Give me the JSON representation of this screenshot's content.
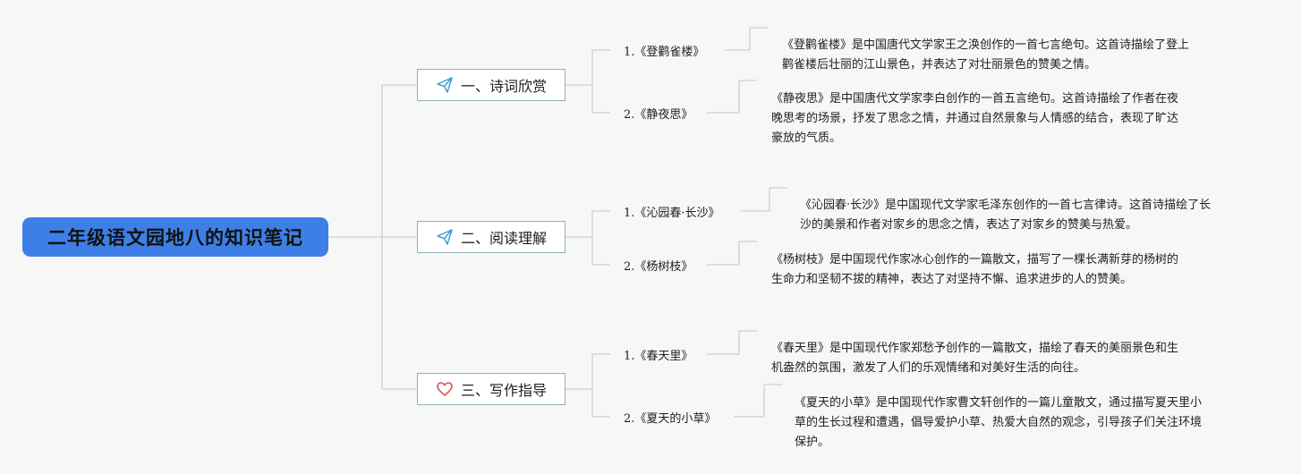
{
  "title": "二年级语文园地八的知识笔记",
  "branches": [
    {
      "label": "一、诗词欣赏",
      "icon": "paper-plane-icon",
      "items": [
        {
          "title": "1.《登鹳雀楼》",
          "desc_lines": [
            "《登鹳雀楼》是中国唐代文学家王之涣创作的一首七言绝句。这首诗描绘了登上",
            "鹳雀楼后壮丽的江山景色，并表达了对壮丽景色的赞美之情。"
          ]
        },
        {
          "title": "2.《静夜思》",
          "desc_lines": [
            "《静夜思》是中国唐代文学家李白创作的一首五言绝句。这首诗描绘了作者在夜",
            "晚思考的场景，抒发了思念之情，并通过自然景象与人情感的结合，表现了旷达",
            "豪放的气质。"
          ]
        }
      ]
    },
    {
      "label": "二、阅读理解",
      "icon": "paper-plane-icon",
      "items": [
        {
          "title": "1.《沁园春·长沙》",
          "desc_lines": [
            "《沁园春·长沙》是中国现代文学家毛泽东创作的一首七言律诗。这首诗描绘了长",
            "沙的美景和作者对家乡的思念之情，表达了对家乡的赞美与热爱。"
          ]
        },
        {
          "title": "2.《杨树枝》",
          "desc_lines": [
            "《杨树枝》是中国现代作家冰心创作的一篇散文，描写了一棵长满新芽的杨树的",
            "生命力和坚韧不拔的精神，表达了对坚持不懈、追求进步的人的赞美。"
          ]
        }
      ]
    },
    {
      "label": "三、写作指导",
      "icon": "heart-icon",
      "items": [
        {
          "title": "1.《春天里》",
          "desc_lines": [
            "《春天里》是中国现代作家郑愁予创作的一篇散文，描绘了春天的美丽景色和生",
            "机盎然的氛围，激发了人们的乐观情绪和对美好生活的向往。"
          ]
        },
        {
          "title": "2.《夏天的小草》",
          "desc_lines": [
            "《夏天的小草》是中国现代作家曹文轩创作的一篇儿童散文，通过描写夏天里小",
            "草的生长过程和遭遇，倡导爱护小草、热爱大自然的观念，引导孩子们关注环境",
            "保护。"
          ]
        }
      ]
    }
  ],
  "colors": {
    "root_bg": "#3d7fe6",
    "branch_border": "#8fb5ae",
    "connector": "#cfcfcf",
    "plane_icon": "#3a9fd6",
    "heart_icon": "#d9534f"
  }
}
